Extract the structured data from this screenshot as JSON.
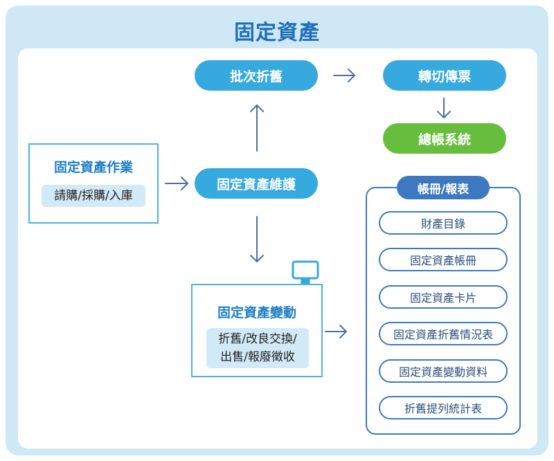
{
  "title": "固定資產",
  "nodes": {
    "batch_depreciation": "批次折舊",
    "voucher_transfer": "轉切傳票",
    "general_ledger": "總帳系統",
    "maintenance": "固定資產維護"
  },
  "operations": {
    "title": "固定資產作業",
    "sub": "請購/採購/入庫"
  },
  "changes": {
    "title": "固定資產變動",
    "sub_line1": "折舊/改良交換/",
    "sub_line2": "出售/報廢徵收"
  },
  "reports": {
    "header": "帳冊/報表",
    "items": [
      "財產目錄",
      "固定資產帳冊",
      "固定資產卡片",
      "固定資產折舊情況表",
      "固定資產變動資料",
      "折舊提列統計表"
    ]
  },
  "colors": {
    "pill_blue": "#36a9de",
    "pill_green": "#67be3c",
    "report_blue": "#3d78c1",
    "background": "#cfe8f5",
    "title": "#1f6fb6"
  }
}
